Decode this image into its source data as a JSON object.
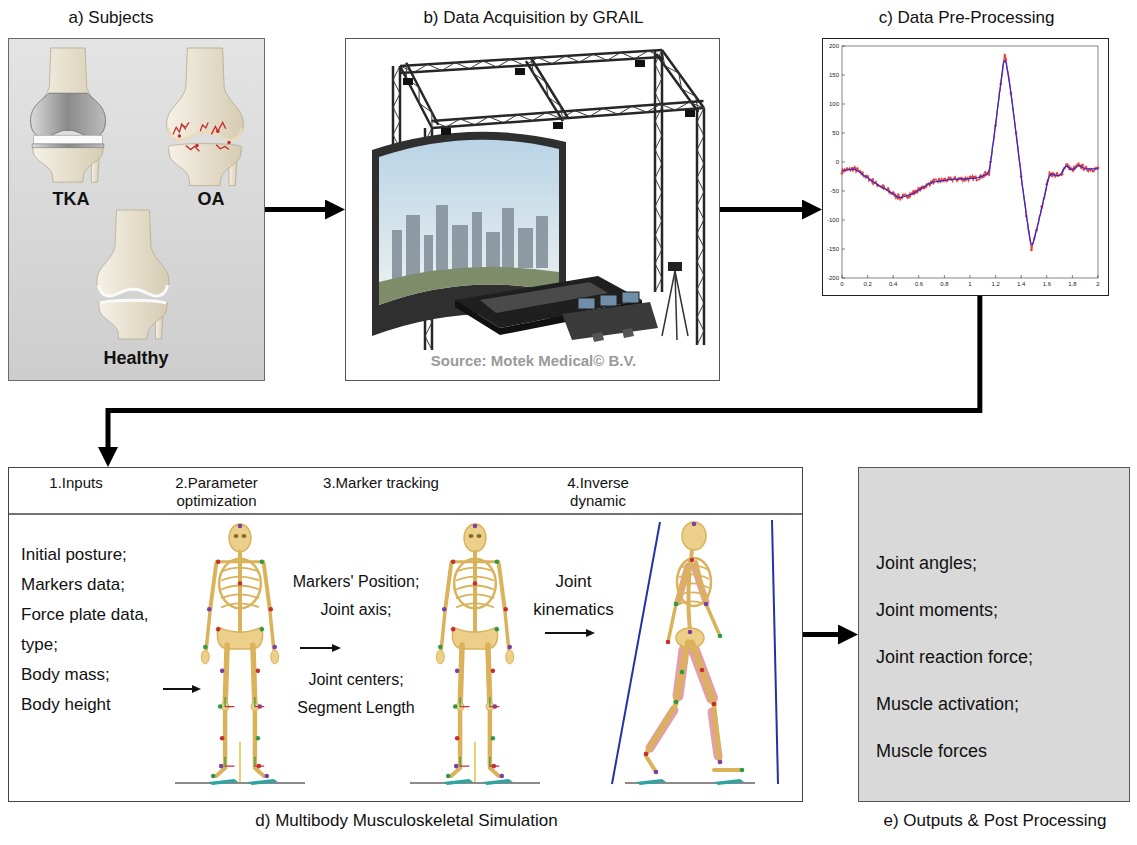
{
  "diagram": {
    "nodes": [
      {
        "text": [
          "a) Subjects",
          "TKA",
          "OA",
          "Healthy"
        ]
      },
      {
        "text": [
          "b) Data Acquisition by GRAIL",
          "Source: Motek Medical© B.V."
        ]
      },
      {
        "text": [
          "c) Data Pre-Processing"
        ]
      },
      {
        "text": [
          "d) Multibody Musculoskeletal Simulation",
          "1.Inputs",
          "2.Parameter optimization",
          "3.Marker tracking",
          "4.Inverse dynamic",
          "Initial posture;",
          "Markers data;",
          "Force plate data, type;",
          "Body mass;",
          "Body height",
          "Markers' Position;",
          "Joint axis;",
          "Joint centers;",
          "Segment Length",
          "Joint kinematics"
        ]
      },
      {
        "text": [
          "e) Outputs & Post Processing",
          "Joint angles;",
          "Joint moments;",
          "Joint reaction force;",
          "Muscle activation;",
          "Muscle forces"
        ]
      }
    ],
    "edges": [
      {
        "from": 0,
        "to": 1,
        "arrow": "to"
      },
      {
        "from": 1,
        "to": 2,
        "arrow": "to"
      },
      {
        "from": 2,
        "to": 3,
        "arrow": "to"
      },
      {
        "from": 3,
        "to": 4,
        "arrow": "to"
      }
    ],
    "labels": [
      "200",
      "150",
      "100",
      "50",
      "0",
      "-50",
      "-100",
      "-150",
      "-200",
      "0",
      "0.2",
      "0.4",
      "0.6",
      "0.8",
      "1",
      "1.2",
      "1.4",
      "1.6",
      "1.8",
      "2"
    ]
  }
}
